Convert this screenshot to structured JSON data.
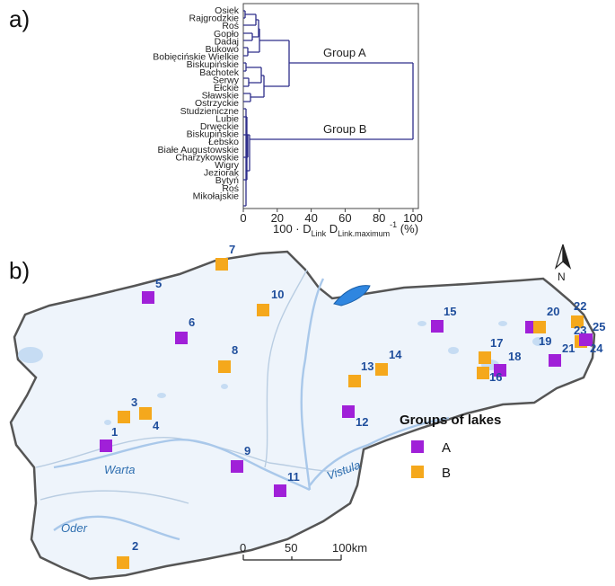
{
  "panel_a_label": "a)",
  "panel_b_label": "b)",
  "dendrogram": {
    "lakes": [
      "Osiek",
      "Rajgrodzkie",
      "Roś",
      "Gopło",
      "Dadaj",
      "Bukowo",
      "Bobięcińskie Wielkie",
      "Biskupińskie",
      "Bachotek",
      "Serwy",
      "Ełckie",
      "Sławskie",
      "Ostrzyckie",
      "Studzieniczne",
      "Lubie",
      "Drwęckie",
      "Biskupińskie",
      "Łebsko",
      "Białe Augustowskie",
      "Charzykowskie",
      "Wigry",
      "Jeziorak",
      "Bytyń",
      "Roś",
      "Mikołajskie"
    ],
    "x_ticks": [
      "0",
      "20",
      "40",
      "60",
      "80",
      "100"
    ],
    "x_label_prefix": "100 · D",
    "x_label_sub1": "Link",
    "x_label_mid": " D",
    "x_label_sub2": "Link.maximum",
    "x_label_sup": "-1",
    "x_label_unit": " (%)",
    "group_a_label": "Group A",
    "group_b_label": "Group B"
  },
  "map": {
    "north_label": "N",
    "rivers": [
      "Warta",
      "Vistula",
      "Oder"
    ],
    "scale_labels": [
      "0",
      "50",
      "100km"
    ],
    "legend_title": "Groups of lakes",
    "legend_items": [
      {
        "label": "A",
        "color": "#a020d8"
      },
      {
        "label": "B",
        "color": "#f5a81c"
      }
    ],
    "sites": [
      {
        "id": "1",
        "group": "A"
      },
      {
        "id": "2",
        "group": "B"
      },
      {
        "id": "3",
        "group": "B"
      },
      {
        "id": "4",
        "group": "B"
      },
      {
        "id": "5",
        "group": "A"
      },
      {
        "id": "6",
        "group": "A"
      },
      {
        "id": "7",
        "group": "B"
      },
      {
        "id": "8",
        "group": "B"
      },
      {
        "id": "9",
        "group": "A"
      },
      {
        "id": "10",
        "group": "B"
      },
      {
        "id": "11",
        "group": "A"
      },
      {
        "id": "12",
        "group": "A"
      },
      {
        "id": "13",
        "group": "B"
      },
      {
        "id": "14",
        "group": "B"
      },
      {
        "id": "15",
        "group": "A"
      },
      {
        "id": "16",
        "group": "A"
      },
      {
        "id": "17",
        "group": "B"
      },
      {
        "id": "18",
        "group": "B"
      },
      {
        "id": "19",
        "group": "A"
      },
      {
        "id": "20",
        "group": "B"
      },
      {
        "id": "21",
        "group": "A"
      },
      {
        "id": "22",
        "group": "B"
      },
      {
        "id": "23",
        "group": "B"
      },
      {
        "id": "24",
        "group": "A"
      },
      {
        "id": "25",
        "group": "A"
      }
    ]
  }
}
